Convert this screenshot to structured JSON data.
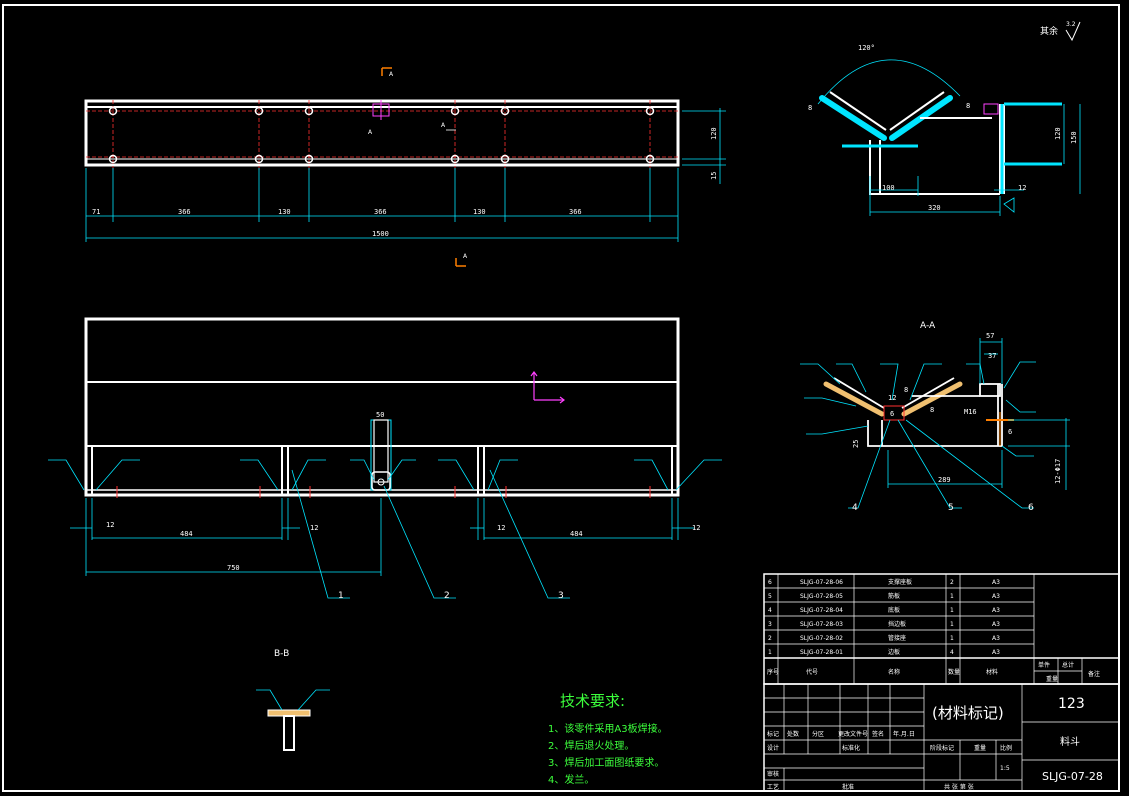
{
  "roughness": {
    "label": "其余",
    "value": "3.2"
  },
  "front_view": {
    "dims": [
      "71",
      "366",
      "130",
      "366",
      "130",
      "366"
    ],
    "total": "1500",
    "height": "120",
    "thickness": "15",
    "section_mark": "A"
  },
  "side_view": {
    "angle": "120°",
    "dims": {
      "d100": "100",
      "d320": "320",
      "d120": "120",
      "d150": "150",
      "d12": "12",
      "d8": "8"
    }
  },
  "section_aa": {
    "title": "A-A",
    "dims": {
      "d57": "57",
      "d37": "37",
      "d289": "289",
      "d12": "12",
      "d6": "6",
      "d8": "8",
      "d25": "25",
      "m16": "M16",
      "d12b": "12-Φ17"
    },
    "callouts": [
      "4",
      "5",
      "6"
    ]
  },
  "bottom_view": {
    "dims": {
      "d50": "50",
      "d12": "12",
      "d484": "484",
      "d750": "750"
    },
    "callouts": [
      "1",
      "2",
      "3"
    ]
  },
  "section_bb": {
    "title": "B-B"
  },
  "tech_requirements": {
    "title": "技术要求:",
    "items": [
      "1、该零件采用A3板焊接。",
      "2、焊后退火处理。",
      "3、焊后加工面图纸要求。",
      "4、发兰。"
    ]
  },
  "bom": {
    "rows": [
      {
        "no": "6",
        "code": "SLJG-07-28-06",
        "name": "支撑座板",
        "qty": "2",
        "mat": "A3"
      },
      {
        "no": "5",
        "code": "SLJG-07-28-05",
        "name": "筋板",
        "qty": "1",
        "mat": "A3"
      },
      {
        "no": "4",
        "code": "SLJG-07-28-04",
        "name": "底板",
        "qty": "1",
        "mat": "A3"
      },
      {
        "no": "3",
        "code": "SLJG-07-28-03",
        "name": "挡边板",
        "qty": "1",
        "mat": "A3"
      },
      {
        "no": "2",
        "code": "SLJG-07-28-02",
        "name": "管接座",
        "qty": "1",
        "mat": "A3"
      },
      {
        "no": "1",
        "code": "SLJG-07-28-01",
        "name": "边板",
        "qty": "4",
        "mat": "A3"
      }
    ],
    "header": {
      "no": "序号",
      "code": "代号",
      "name": "名称",
      "qty": "数量",
      "mat": "材料",
      "unit": "单件",
      "total": "总计",
      "weight": "重量",
      "remark": "备注"
    }
  },
  "title_block": {
    "material": "(材料标记)",
    "part_no": "123",
    "name": "料斗",
    "drawing_no": "SLJG-07-28",
    "scale": "1:5",
    "labels": {
      "mark": "标记",
      "count": "处数",
      "zone": "分区",
      "change": "更改文件号",
      "sign": "签名",
      "date": "年.月.日",
      "design": "设计",
      "std": "标准化",
      "stage": "阶段标记",
      "weight": "重量",
      "ratio": "比例",
      "review": "审核",
      "craft": "工艺",
      "approve": "批准",
      "sheets": "共 张 第 张"
    }
  }
}
